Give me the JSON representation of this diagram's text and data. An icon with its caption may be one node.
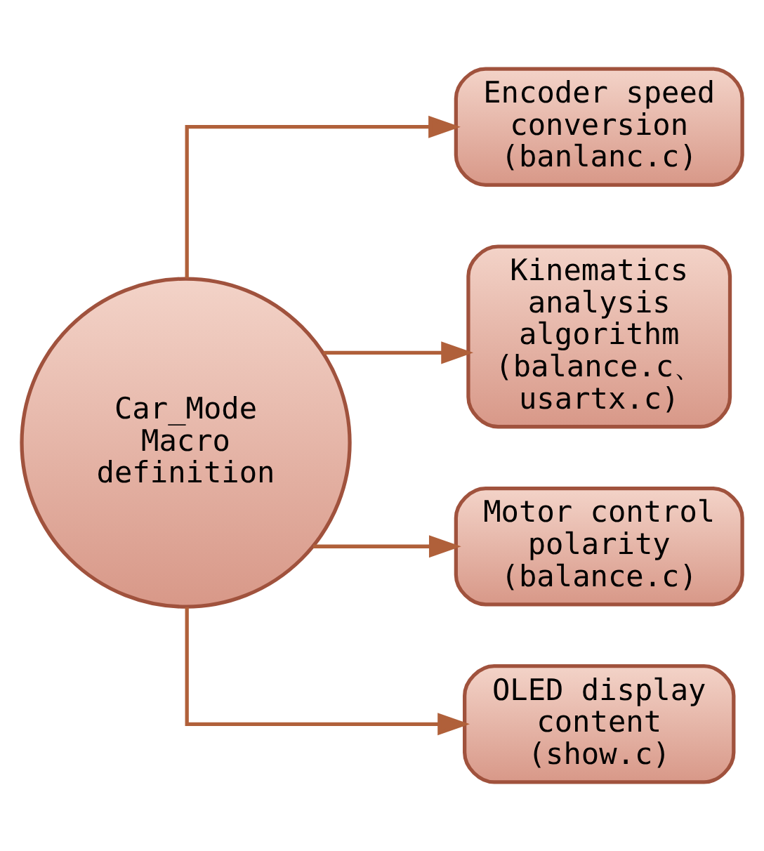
{
  "diagram": {
    "nodes": [
      {
        "text": [
          "Car_Mode Macro definition"
        ]
      },
      {
        "text": [
          "Encoder speed conversion (banlanc.c)"
        ]
      },
      {
        "text": [
          "Kinematics analysis algorithm (balance.c、 usartx.c)"
        ]
      },
      {
        "text": [
          "Motor control polarity (balance.c)"
        ]
      },
      {
        "text": [
          "OLED display content (show.c)"
        ]
      }
    ],
    "edges": [
      {
        "from": 0,
        "to": 1,
        "arrow": "to"
      },
      {
        "from": 0,
        "to": 2,
        "arrow": "to"
      },
      {
        "from": 0,
        "to": 3,
        "arrow": "to"
      },
      {
        "from": 0,
        "to": 4,
        "arrow": "to"
      }
    ]
  }
}
